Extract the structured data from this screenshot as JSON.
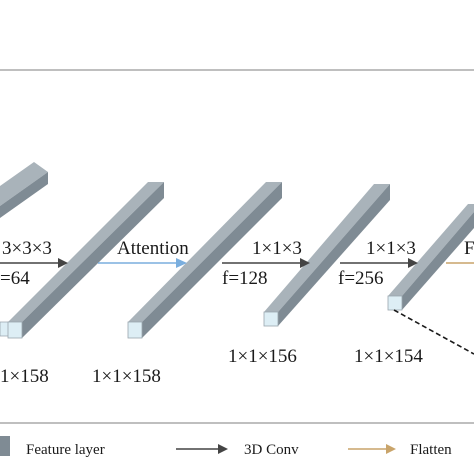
{
  "operations": {
    "conv1_kernel": "3×3×3",
    "conv1_filters": "=64",
    "attention": "Attention",
    "conv2_kernel": "1×1×3",
    "conv2_filters": "f=128",
    "conv3_kernel": "1×1×3",
    "conv3_filters": "f=256",
    "partial_right": "F"
  },
  "layer_sizes": {
    "layer1": "1×158",
    "layer2": "1×1×158",
    "layer3": "1×1×156",
    "layer4": "1×1×154"
  },
  "legend": {
    "feature_layer": "Feature layer",
    "conv3d": "3D Conv",
    "flatten": "Flatten"
  },
  "colors": {
    "bar_front": "#7f8b94",
    "bar_top": "#a9b3ba",
    "bar_end": "#ddeef5",
    "conv_arrow": "#444444",
    "attention_arrow": "#7aaede",
    "flatten_arrow": "#c9a46a",
    "frame_line": "#999999"
  },
  "icons": {
    "feature_layer": "feature-layer-swatch-icon",
    "conv3d": "dark-arrow-icon",
    "flatten": "tan-arrow-icon"
  }
}
